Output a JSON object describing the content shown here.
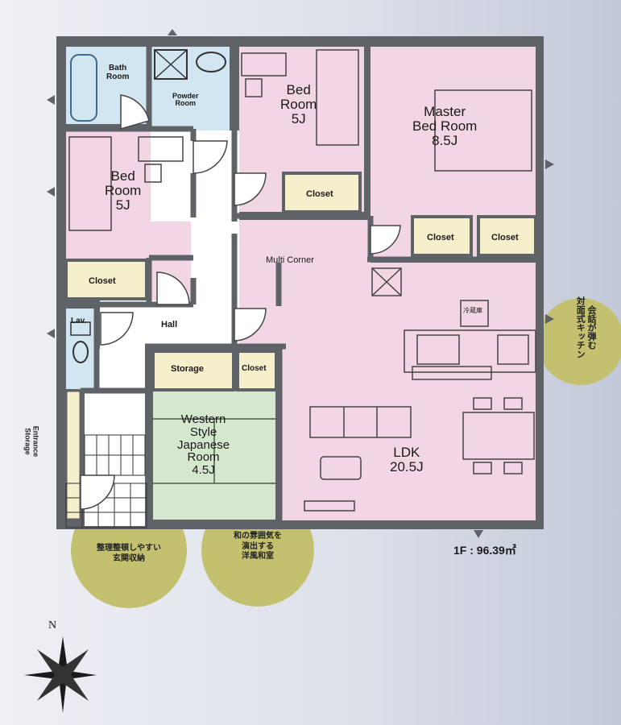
{
  "rooms": {
    "bath_room": "Bath\nRoom",
    "powder_room": "Powder\nRoom",
    "bed_room_1": "Bed\nRoom\n5J",
    "bed_room_2": "Bed\nRoom\n5J",
    "master_bed_room": "Master\nBed Room\n8.5J",
    "closet_1": "Closet",
    "closet_2": "Closet",
    "closet_3": "Closet",
    "closet_4": "Closet",
    "closet_5": "Closet",
    "multi_corner": "Multi Corner",
    "hall": "Hall",
    "lav": "Lav.",
    "storage": "Storage",
    "entrance_storage": "Entrance\nStorage",
    "western_japanese_room": "Western\nStyle\nJapanese\nRoom\n4.5J",
    "ldk": "LDK\n20.5J",
    "fridge": "冷蔵庫"
  },
  "bubbles": {
    "kitchen_note": "会話が弾む\n対面式キッチン",
    "entrance_note": "整理整頓しやすい\n玄関収納",
    "japanese_note": "和の雰囲気を\n演出する\n洋風和室"
  },
  "floor_area": "1F : 96.39㎡",
  "compass": "N",
  "colors": {
    "wall": "#5f6266",
    "pink": "#f2d6e4",
    "blue": "#d2e6f2",
    "green": "#d5e8cf",
    "yellow": "#f6efcc",
    "bubble": "#bfbe72"
  }
}
